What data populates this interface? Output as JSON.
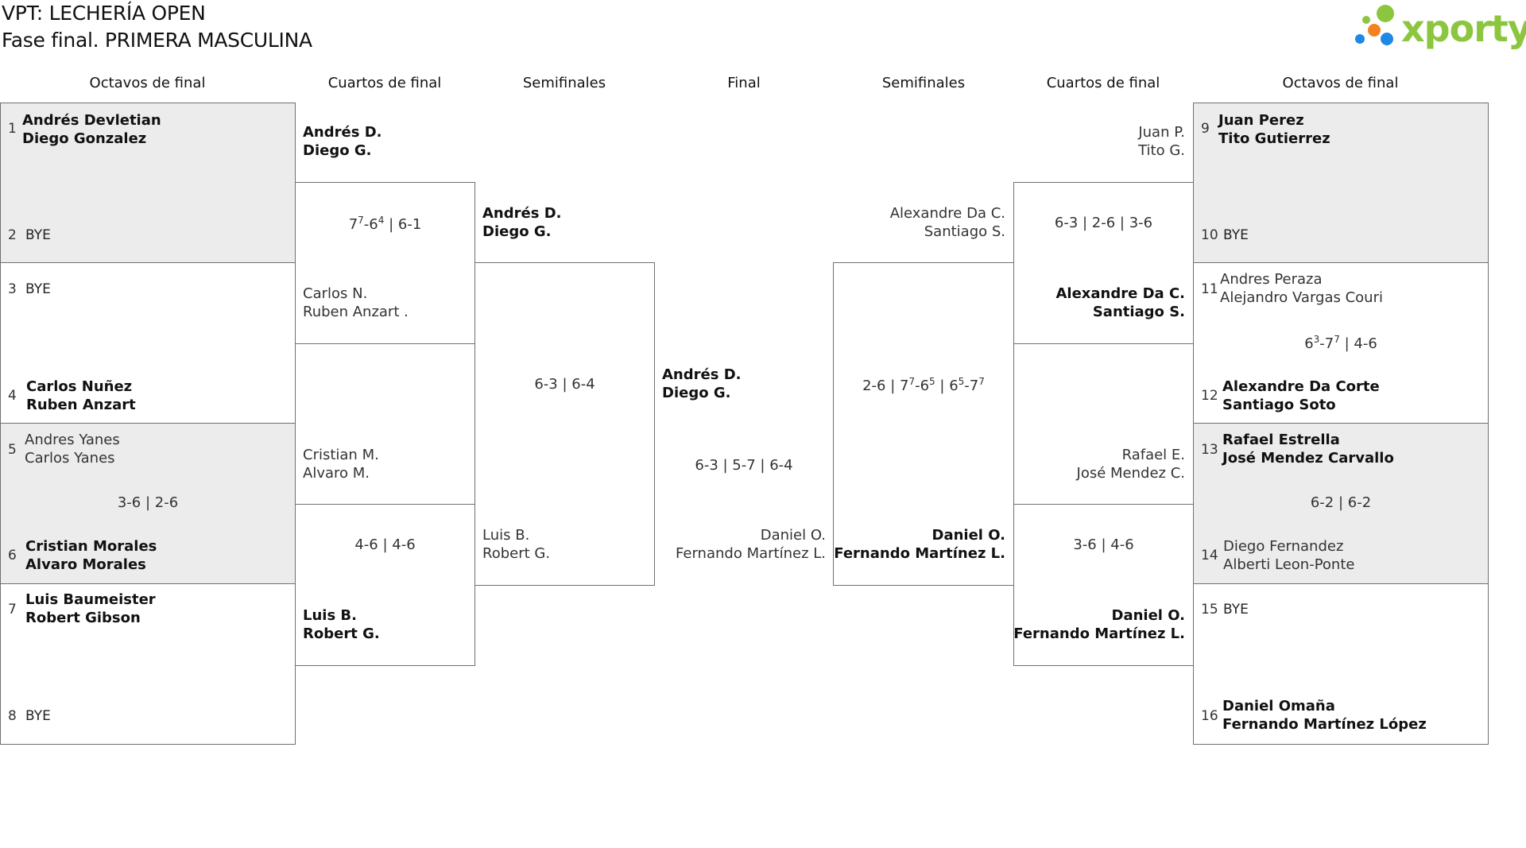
{
  "header": {
    "title": "VPT: LECHERÍA OPEN",
    "subtitle": "Fase final. PRIMERA MASCULINA",
    "logo_text": "xporty",
    "colors": {
      "logo_green": "#8cc63f",
      "logo_blue": "#1e88e5",
      "logo_orange": "#f58220",
      "shade": "#ececec",
      "line": "#6f6f6f"
    }
  },
  "columns": {
    "l16": "Octavos de final",
    "lqf": "Cuartos de final",
    "lsf": "Semifinales",
    "final": "Final",
    "rsf": "Semifinales",
    "rqf": "Cuartos de final",
    "r16": "Octavos de final"
  },
  "left_r16": [
    {
      "seed_a": "1",
      "a1": "Andrés Devletian",
      "a2": "Diego Gonzalez",
      "seed_b": "2",
      "b_bye": "BYE",
      "score": ""
    },
    {
      "seed_a": "3",
      "a_bye": "BYE",
      "seed_b": "4",
      "b1": "Carlos Nuñez",
      "b2": "Ruben Anzart",
      "score": ""
    },
    {
      "seed_a": "5",
      "a1": "Andres Yanes",
      "a2": "Carlos Yanes",
      "seed_b": "6",
      "b1": "Cristian Morales",
      "b2": "Alvaro Morales",
      "score": "3-6 | 2-6"
    },
    {
      "seed_a": "7",
      "a1": "Luis Baumeister",
      "a2": "Robert Gibson",
      "seed_b": "8",
      "b_bye": "BYE",
      "score": ""
    }
  ],
  "right_r16": [
    {
      "seed_a": "9",
      "a1": "Juan Perez",
      "a2": "Tito Gutierrez",
      "seed_b": "10",
      "b_bye": "BYE",
      "score": ""
    },
    {
      "seed_a": "11",
      "a1": "Andres Peraza",
      "a2": "Alejandro Vargas Couri",
      "seed_b": "12",
      "b1": "Alexandre Da Corte",
      "b2": "Santiago Soto",
      "score_a": "6",
      "score_a_sup": "3",
      "score_b": "-7",
      "score_b_sup": "7",
      "score_rest": " | 4-6"
    },
    {
      "seed_a": "13",
      "a1": "Rafael Estrella",
      "a2": "José Mendez Carvallo",
      "seed_b": "14",
      "b1": "Diego Fernandez",
      "b2": "Alberti Leon-Ponte",
      "score": "6-2 | 6-2"
    },
    {
      "seed_a": "15",
      "a_bye": "BYE",
      "seed_b": "16",
      "b1": "Daniel Omaña",
      "b2": "Fernando Martínez López",
      "score": ""
    }
  ],
  "left_qf": [
    {
      "a1": "Andrés D.",
      "a2": "Diego G.",
      "b1": "Carlos N.",
      "b2": "Ruben Anzart .",
      "s1": "7",
      "s1_sup": "7",
      "s2": "-6",
      "s2_sup": "4",
      "s_rest": " | 6-1"
    },
    {
      "a1": "Cristian M.",
      "a2": "Alvaro M.",
      "b1": "Luis B.",
      "b2": "Robert G.",
      "score": "4-6 | 4-6"
    }
  ],
  "right_qf": [
    {
      "a1": "Juan P.",
      "a2": "Tito G.",
      "b1": "Alexandre Da C.",
      "b2": "Santiago S.",
      "score": "6-3 | 2-6 | 3-6"
    },
    {
      "a1": "Rafael E.",
      "a2": "José Mendez C.",
      "b1": "Daniel O.",
      "b2": "Fernando Martínez L.",
      "score": "3-6 | 4-6"
    }
  ],
  "left_sf": {
    "a1": "Andrés D.",
    "a2": "Diego G.",
    "b1": "Luis B.",
    "b2": "Robert G.",
    "score": "6-3 | 6-4"
  },
  "right_sf": {
    "a1": "Alexandre Da C.",
    "a2": "Santiago S.",
    "b1": "Daniel O.",
    "b2": "Fernando Martínez L.",
    "s1": "2-6 | 7",
    "s1_sup": "7",
    "s2": "-6",
    "s2_sup": "5",
    "s3": " | 6",
    "s3_sup": "5",
    "s4": "-7",
    "s4_sup": "7"
  },
  "final": {
    "a1": "Andrés D.",
    "a2": "Diego G.",
    "b1": "Daniel O.",
    "b2": "Fernando Martínez L.",
    "score": "6-3 | 5-7 | 6-4"
  }
}
